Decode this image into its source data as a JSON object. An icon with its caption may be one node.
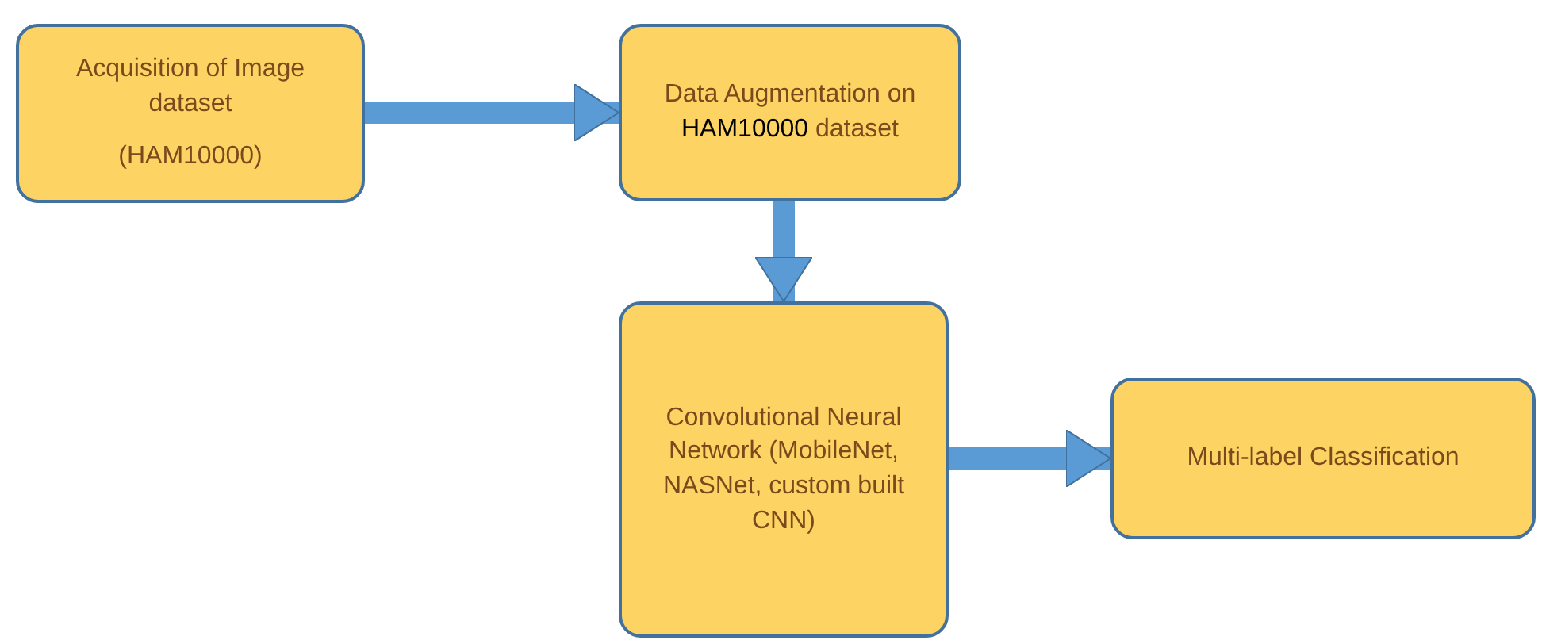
{
  "diagram": {
    "nodes": [
      {
        "text": [
          "Acquisition of Image dataset",
          "(HAM10000)"
        ]
      },
      {
        "text": [
          "Data Augmentation on **HAM10000** dataset"
        ]
      },
      {
        "text": [
          "Convolutional Neural Network (MobileNet, NASNet, custom built CNN)"
        ]
      },
      {
        "text": [
          "Multi-label Classification"
        ]
      }
    ],
    "edges": [
      {
        "from": 0,
        "to": 1,
        "arrow": "to"
      },
      {
        "from": 1,
        "to": 2,
        "arrow": "to"
      },
      {
        "from": 2,
        "to": 3,
        "arrow": "to"
      }
    ]
  }
}
